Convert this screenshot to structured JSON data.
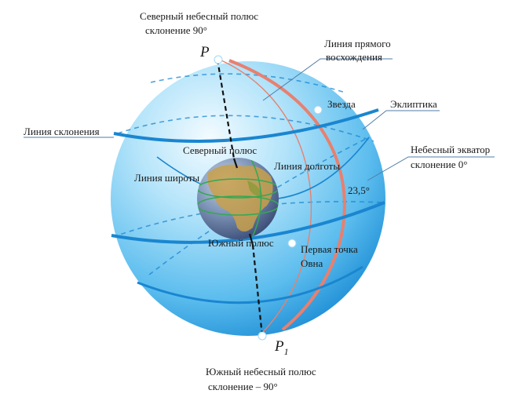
{
  "labels": {
    "north_celestial_pole_line1": "Северный небесный полюс",
    "north_celestial_pole_line2": "склонение  90°",
    "pole_p": "P",
    "ra_line_1": "Линия прямого",
    "ra_line_2": "восхождения",
    "star": "Звезда",
    "ecliptic": "Эклиптика",
    "declination_line": "Линия склонения",
    "north_pole": "Северный полюс",
    "celestial_equator_line1": "Небесный экватор",
    "celestial_equator_line2": "склонение  0°",
    "latitude_line": "Линия широты",
    "longitude_line": "Линия долготы",
    "tilt_angle": "23,5°",
    "south_pole": "Южный полюс",
    "vernal_point_line1": "Первая точка",
    "vernal_point_line2": "Овна",
    "pole_p1": "P",
    "pole_p1_sub": "1",
    "south_celestial_pole_line1": "Южный небесный полюс",
    "south_celestial_pole_line2": "склонение  – 90°"
  },
  "colors": {
    "sphere_light": "#e6f7ff",
    "sphere_mid": "#6cc8f2",
    "sphere_dark": "#1b8fd4",
    "circle_blue": "#1a86d0",
    "meridian_red": "#e8806f",
    "axis": "#111111"
  }
}
